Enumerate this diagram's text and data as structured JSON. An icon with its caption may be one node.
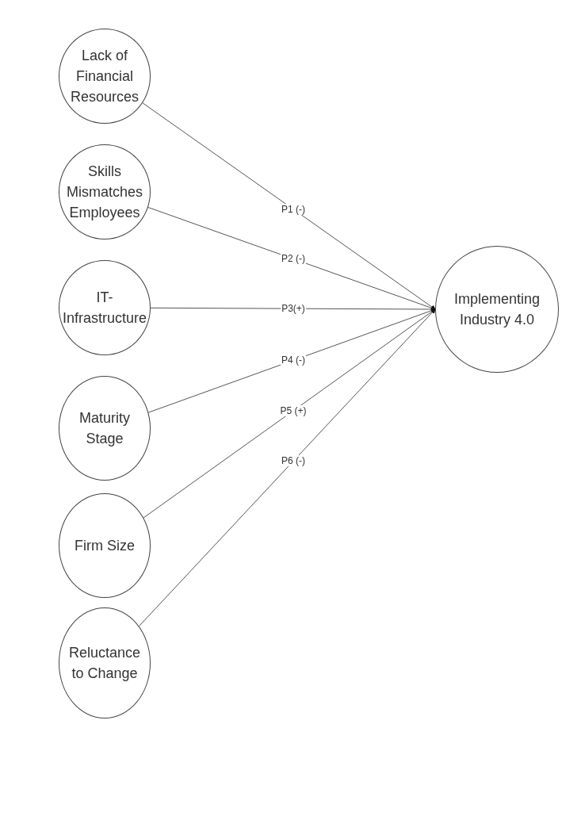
{
  "diagram": {
    "nodes": [
      {
        "text": [
          "Lack of Financial Resources"
        ]
      },
      {
        "text": [
          "Skills Mismatches Employees"
        ]
      },
      {
        "text": [
          "IT-Infrastructure"
        ]
      },
      {
        "text": [
          "Maturity Stage"
        ]
      },
      {
        "text": [
          "Firm Size"
        ]
      },
      {
        "text": [
          "Reluctance to Change"
        ]
      },
      {
        "text": [
          "Implementing Industry 4.0"
        ]
      }
    ],
    "edges": [
      {
        "from": 0,
        "to": 6,
        "arrow": "to",
        "label": "P1 (-)"
      },
      {
        "from": 1,
        "to": 6,
        "arrow": "to",
        "label": "P2 (-)"
      },
      {
        "from": 2,
        "to": 6,
        "arrow": "to",
        "label": "P3(+)"
      },
      {
        "from": 3,
        "to": 6,
        "arrow": "to",
        "label": "P4 (-)"
      },
      {
        "from": 4,
        "to": 6,
        "arrow": "to",
        "label": "P5 (+)"
      },
      {
        "from": 5,
        "to": 6,
        "arrow": "to",
        "label": "P6 (-)"
      }
    ]
  }
}
